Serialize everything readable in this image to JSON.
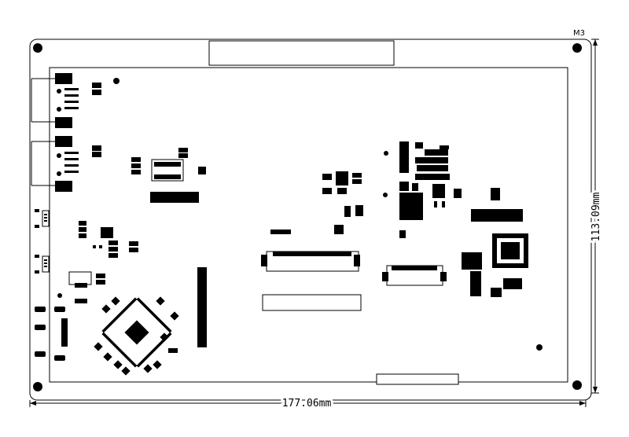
{
  "drawing": {
    "width_label": "177.06mm",
    "height_label": "113.09mm",
    "corner_label": "M3"
  }
}
